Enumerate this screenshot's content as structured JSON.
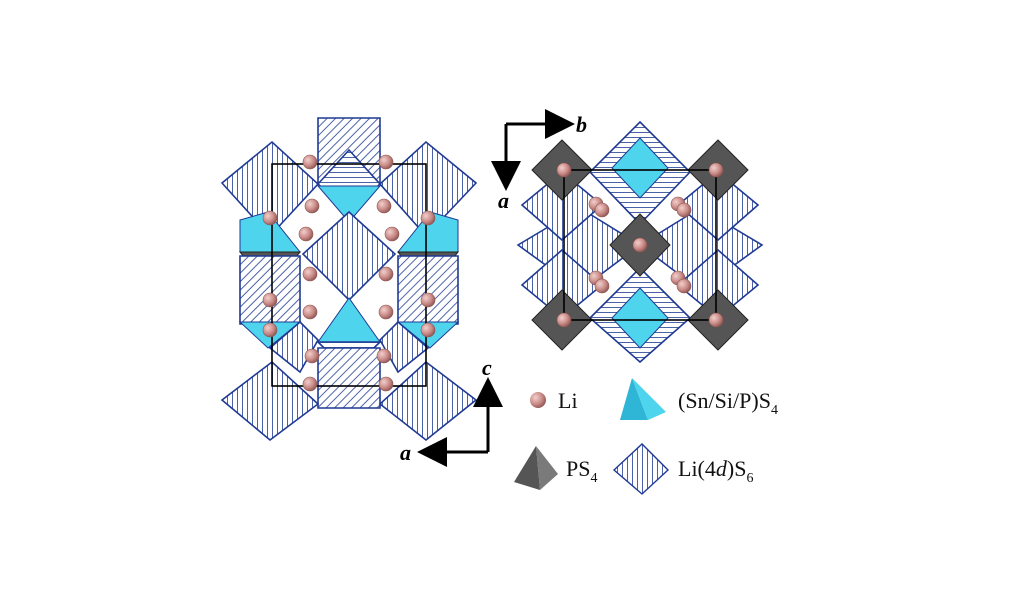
{
  "axes": {
    "left_horizontal": "a",
    "left_vertical": "c",
    "right_horizontal": "b",
    "right_vertical": "a"
  },
  "legend": {
    "li": "Li",
    "sn_si_p_main": "(Sn/Si/P)S",
    "sn_si_p_sub": "4",
    "ps_main": "PS",
    "ps_sub": "4",
    "li4d_main": "Li(4",
    "li4d_italic": "d",
    "li4d_close": ")S",
    "li4d_sub": "6"
  },
  "colors": {
    "li_sphere": "#c98a86",
    "sn_si_p_tetrahedron": "#4fd4ee",
    "ps4_tetrahedron": "#555555",
    "octahedron_edge": "#1f3a93",
    "unit_cell": "#000000"
  }
}
